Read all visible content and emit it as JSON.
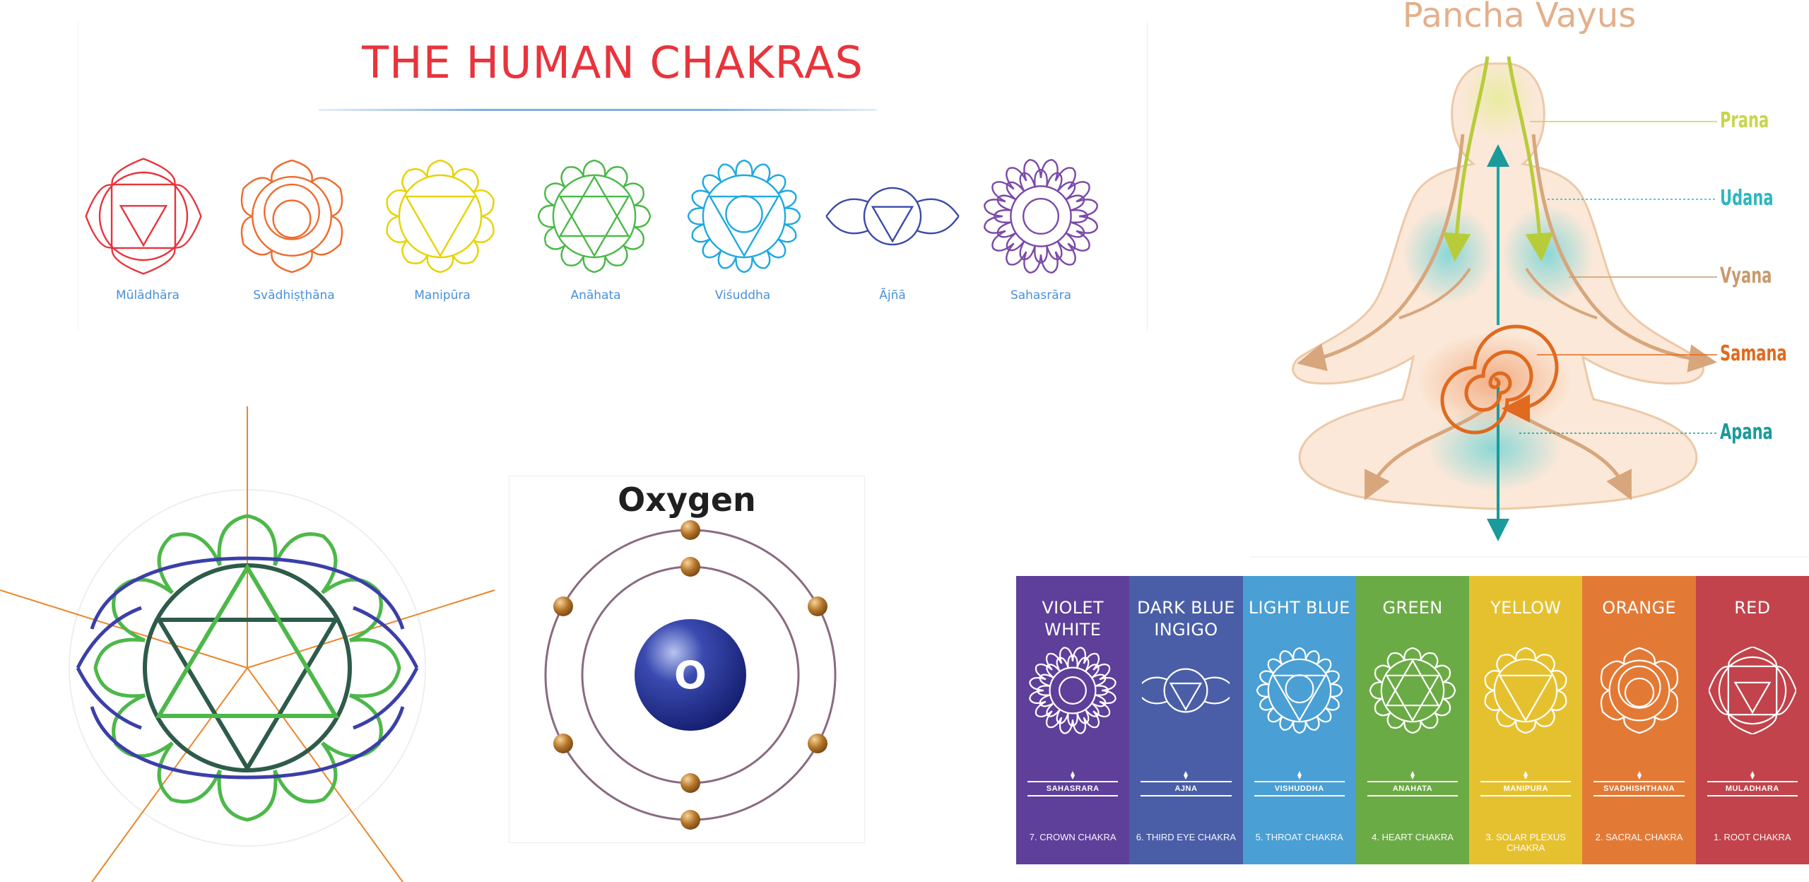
{
  "human_chakras": {
    "title": "THE HUMAN CHAKRAS",
    "items": [
      {
        "label": "Mūlādhāra",
        "color": "#e8343c"
      },
      {
        "label": "Svādhiṣṭhāna",
        "color": "#ef6a2c"
      },
      {
        "label": "Manipūra",
        "color": "#e6d300"
      },
      {
        "label": "Anāhata",
        "color": "#4cb84a"
      },
      {
        "label": "Viśuddha",
        "color": "#1fa9e0"
      },
      {
        "label": "Ājñā",
        "color": "#3b4aa8"
      },
      {
        "label": "Sahasrāra",
        "color": "#7a4aa8"
      }
    ]
  },
  "pancha_vayus": {
    "title": "Pancha Vayus",
    "labels": [
      {
        "text": "Prana",
        "color": "#c8d54a"
      },
      {
        "text": "Udana",
        "color": "#2bb7c0"
      },
      {
        "text": "Vyana",
        "color": "#c99a6c"
      },
      {
        "text": "Samana",
        "color": "#e06a1f"
      },
      {
        "text": "Apana",
        "color": "#1a9a9a"
      }
    ]
  },
  "oxygen": {
    "title": "Oxygen",
    "symbol": "O"
  },
  "chakra_strips": [
    {
      "color_name": "VIOLET WHITE",
      "sanskrit": "SAHASRARA",
      "number_name": "7. CROWN CHAKRA",
      "bg": "#5e3f9a"
    },
    {
      "color_name": "DARK BLUE INGIGO",
      "sanskrit": "AJNA",
      "number_name": "6. THIRD EYE CHAKRA",
      "bg": "#4a5ea8"
    },
    {
      "color_name": "LIGHT BLUE",
      "sanskrit": "VISHUDDHA",
      "number_name": "5. THROAT CHAKRA",
      "bg": "#4a9fd4"
    },
    {
      "color_name": "GREEN",
      "sanskrit": "ANAHATA",
      "number_name": "4. HEART CHAKRA",
      "bg": "#6bab45"
    },
    {
      "color_name": "YELLOW",
      "sanskrit": "MANIPURA",
      "number_name": "3. SOLAR PLEXUS CHAKRA",
      "bg": "#e6c12f"
    },
    {
      "color_name": "ORANGE",
      "sanskrit": "SVADHISHTHANA",
      "number_name": "2. SACRAL CHAKRA",
      "bg": "#e27a36"
    },
    {
      "color_name": "RED",
      "sanskrit": "MULADHARA",
      "number_name": "1. ROOT CHAKRA",
      "bg": "#c2434b"
    }
  ]
}
